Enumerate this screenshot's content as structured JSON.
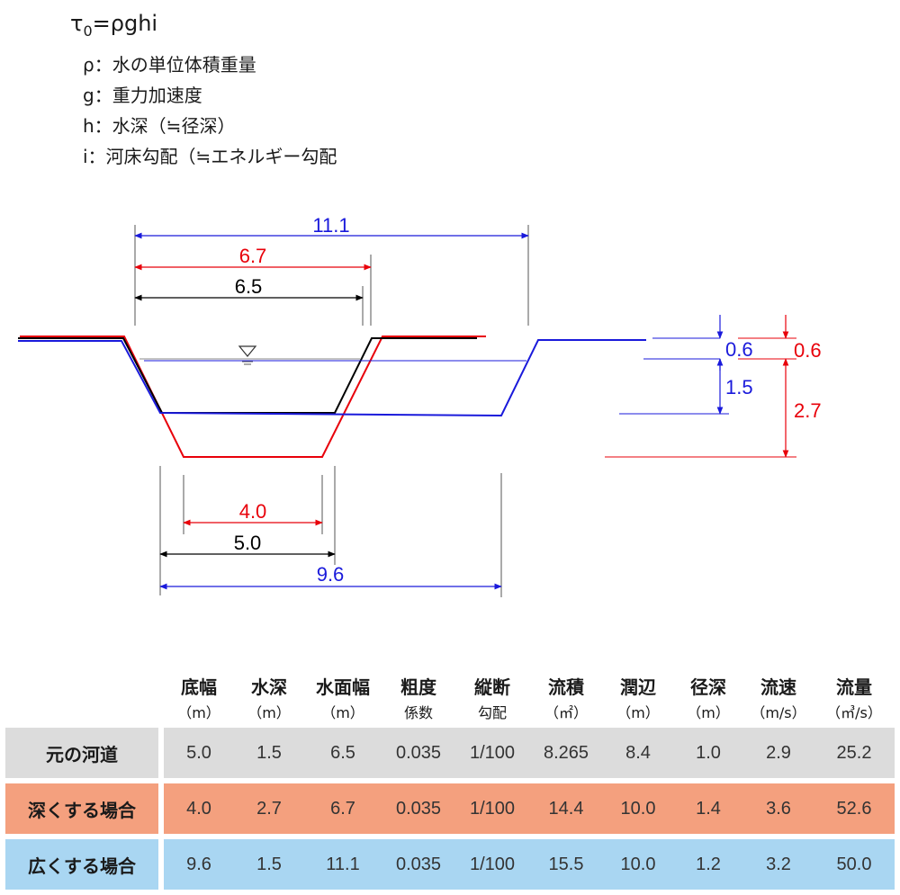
{
  "formula": {
    "tau": "τ",
    "sub": "0",
    "rhs": "=ρghi",
    "legend": [
      "ρ：水の単位体積重量",
      "g：重力加速度",
      "h：水深（≒径深）",
      "i：河床勾配（≒エネルギー勾配"
    ]
  },
  "diagram": {
    "colors": {
      "original": "#000000",
      "deep": "#e8000a",
      "wide": "#1a1adb"
    },
    "top_width": {
      "wide": "11.1",
      "deep": "6.7",
      "original": "6.5"
    },
    "bottom_width": {
      "deep": "4.0",
      "original": "5.0",
      "wide": "9.6"
    },
    "depth_blue": {
      "freeboard": "0.6",
      "depth": "1.5"
    },
    "depth_red": {
      "freeboard": "0.6",
      "depth": "2.7"
    }
  },
  "table": {
    "headers": [
      {
        "label": "底幅",
        "unit": "（m）"
      },
      {
        "label": "水深",
        "unit": "（m）"
      },
      {
        "label": "水面幅",
        "unit": "（m）"
      },
      {
        "label": "粗度",
        "unit": "係数"
      },
      {
        "label": "縦断",
        "unit": "勾配"
      },
      {
        "label": "流積",
        "unit": "（㎡）"
      },
      {
        "label": "潤辺",
        "unit": "（m）"
      },
      {
        "label": "径深",
        "unit": "（m）"
      },
      {
        "label": "流速",
        "unit": "（m/s）"
      },
      {
        "label": "流量",
        "unit": "（㎥/s）"
      }
    ],
    "rows": [
      {
        "label": "元の河道",
        "values": [
          "5.0",
          "1.5",
          "6.5",
          "0.035",
          "1/100",
          "8.265",
          "8.4",
          "1.0",
          "2.9",
          "25.2"
        ],
        "color": "#dcdcdc"
      },
      {
        "label": "深くする場合",
        "values": [
          "4.0",
          "2.7",
          "6.7",
          "0.035",
          "1/100",
          "14.4",
          "10.0",
          "1.4",
          "3.6",
          "52.6"
        ],
        "color": "#f4a07e"
      },
      {
        "label": "広くする場合",
        "values": [
          "9.6",
          "1.5",
          "11.1",
          "0.035",
          "1/100",
          "15.5",
          "10.0",
          "1.2",
          "3.2",
          "50.0"
        ],
        "color": "#a9d6f2"
      }
    ]
  }
}
